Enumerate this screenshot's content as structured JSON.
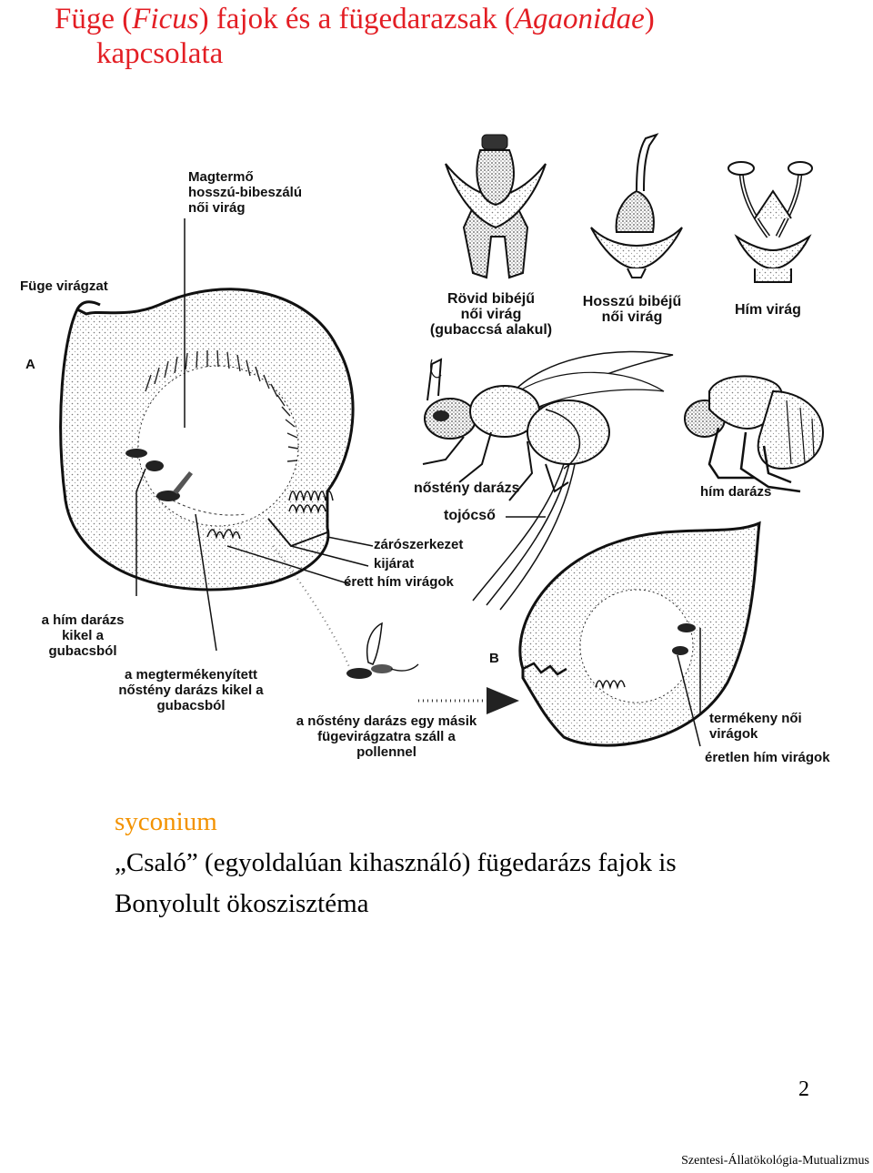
{
  "title": {
    "line1_a": "Füge (",
    "line1_b": "Ficus",
    "line1_c": ") fajok és a fügedarazsak (",
    "line1_d": "Agaonidae",
    "line1_e": ")",
    "line2": "kapcsolata"
  },
  "diagram": {
    "magtermo": [
      "Magtermő",
      "hosszú-bibeszálú",
      "női virág"
    ],
    "fuge_viragzat": "Füge virágzat",
    "marker_a": "A",
    "marker_b": "B",
    "rovid": [
      "Rövid bibéjű",
      "női virág",
      "(gubaccsá alakul)"
    ],
    "hosszu": [
      "Hosszú bibéjű",
      "női virág"
    ],
    "him_virag": "Hím virág",
    "nosteny_darazs": "nőstény darázs",
    "tojocso": "tojócső",
    "him_darazs": "hím darázs",
    "zaroszerkezet": "zárószerkezet",
    "kijarat": "kijárat",
    "erett_him": "érett hím virágok",
    "him_kikel": [
      "a hím darázs",
      "kikel a",
      "gubacsból"
    ],
    "megtermekenyitett": [
      "a megtermékenyített",
      "nőstény darázs kikel a",
      "gubacsból"
    ],
    "masik": [
      "a nőstény darázs egy másik",
      "fügevirágzatra száll a",
      "pollennel"
    ],
    "termekeny": [
      "termékeny női",
      "virágok"
    ],
    "eretlen": "éretlen hím virágok"
  },
  "body": {
    "syconium": "syconium",
    "cheat": "„Csaló” (egyoldalúan kihasználó) fügedarázs fajok is",
    "eco": "Bonyolult ökoszisztéma"
  },
  "page_number": "2",
  "footer": "Szentesi-Állatökológia-Mutualizmus",
  "colors": {
    "title": "#e31e24",
    "syconium": "#f39200"
  }
}
